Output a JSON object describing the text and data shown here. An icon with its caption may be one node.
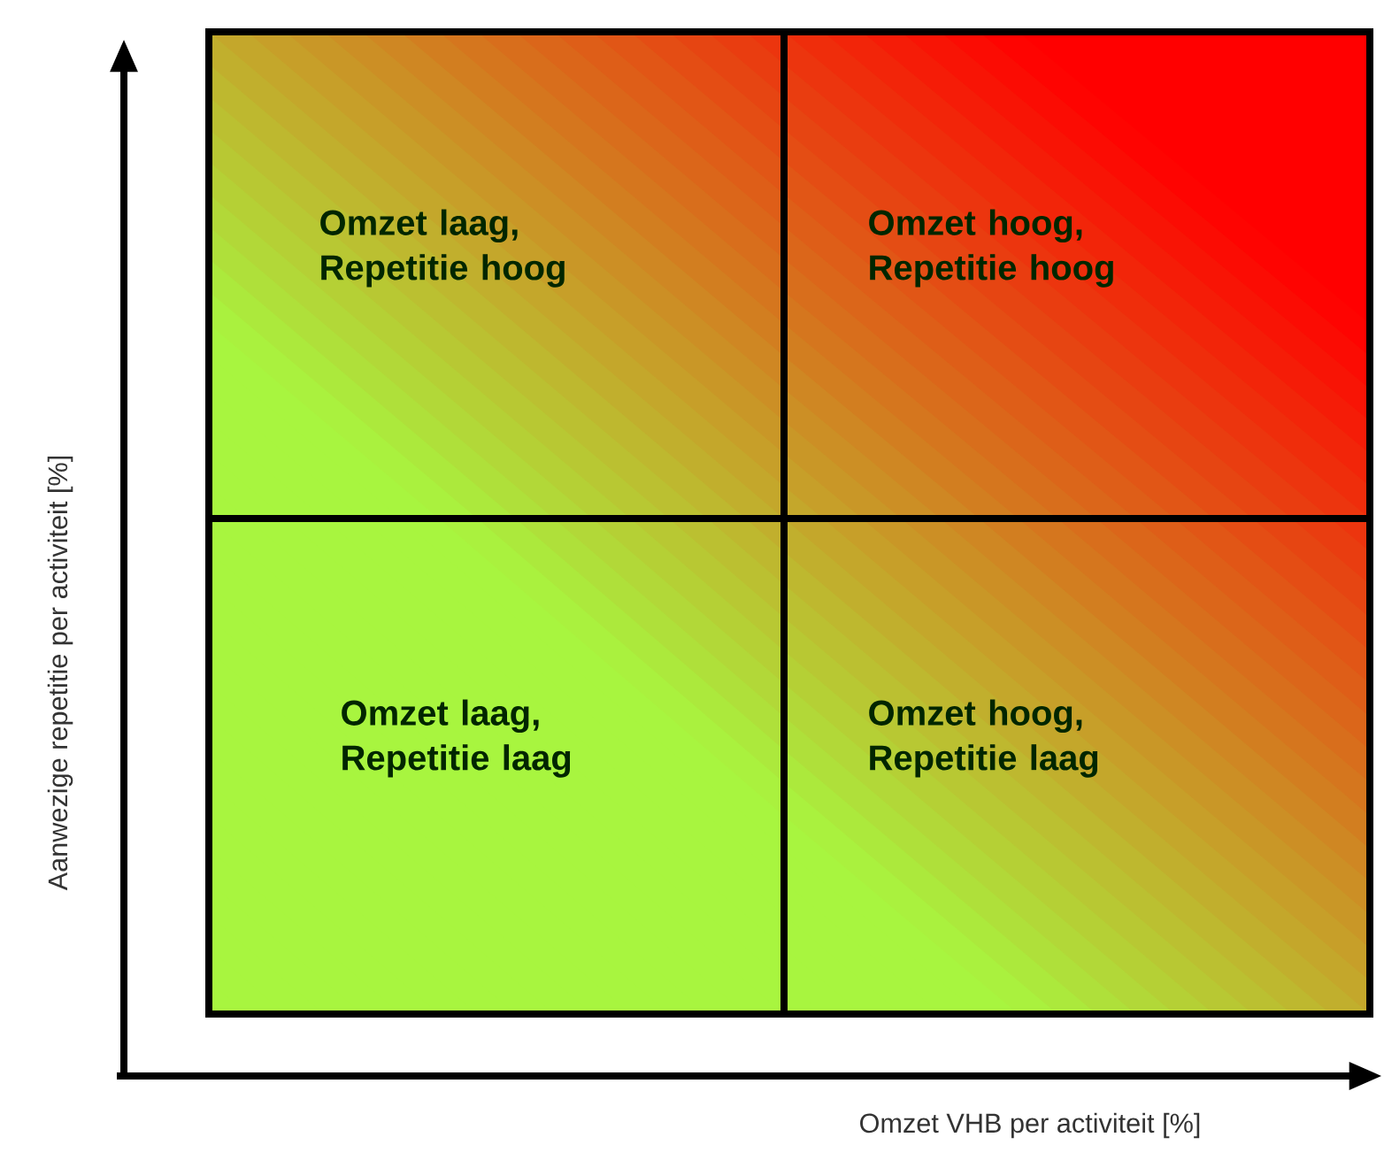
{
  "diagram": {
    "nodes": [
      {
        "text": [
          "Omzet laag, Repetitie hoog"
        ]
      },
      {
        "text": [
          "Omzet hoog, Repetitie hoog"
        ]
      },
      {
        "text": [
          "Omzet laag, Repetitie laag"
        ]
      },
      {
        "text": [
          "Omzet hoog, Repetitie laag"
        ]
      }
    ],
    "labels": [
      "Aanwezige repetitie per activiteit [%]",
      "Omzet VHB per activiteit [%]"
    ]
  }
}
